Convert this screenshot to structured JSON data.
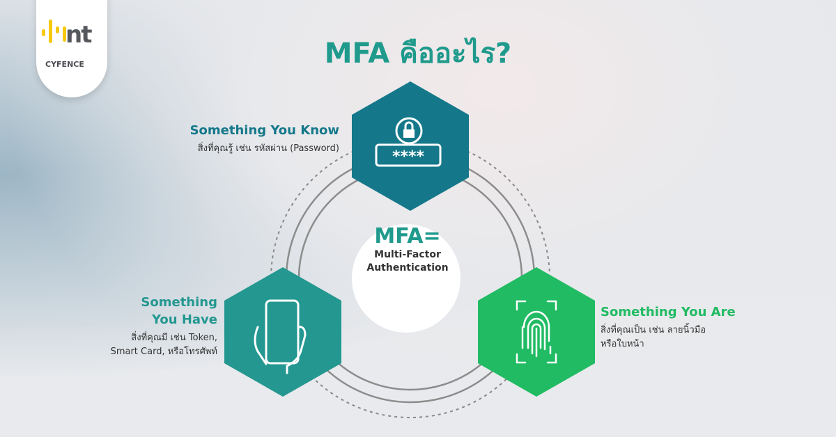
{
  "logo": {
    "brand": "nt",
    "sub": "CYFENCE"
  },
  "title": "MFA คืออะไร?",
  "center": {
    "heading": "MFA=",
    "line1": "Multi-Factor",
    "line2": "Authentication"
  },
  "factors": [
    {
      "title": "Something You Know",
      "desc": "สิ่งที่คุณรู้ เช่น รหัสผ่าน (Password)",
      "icon": "lock-password-icon",
      "color": "#14788a",
      "password_mask": "****"
    },
    {
      "title1": "Something",
      "title2": "You Have",
      "desc1": "สิ่งที่คุณมี เช่น Token,",
      "desc2": "Smart Card, หรือโทรศัพท์",
      "icon": "smartphone-hand-icon",
      "color": "#239790"
    },
    {
      "title": "Something You Are",
      "desc1": "สิ่งที่คุณเป็น เช่น ลายนิ้วมือ",
      "desc2": "หรือใบหน้า",
      "icon": "fingerprint-icon",
      "color": "#21bb63"
    }
  ]
}
